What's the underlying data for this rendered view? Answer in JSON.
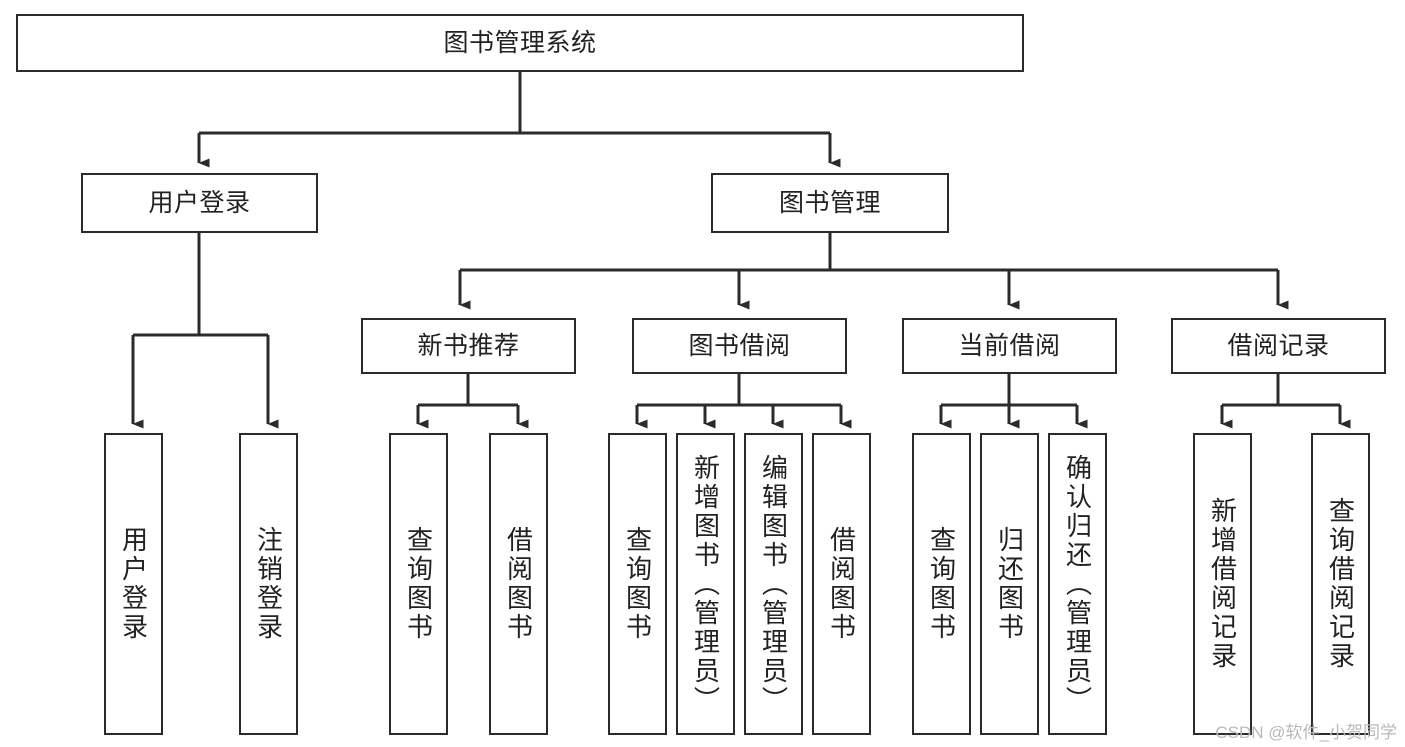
{
  "diagram": {
    "type": "tree-hierarchy-diagram",
    "title": "图书管理系统",
    "root": {
      "id": "root",
      "label": "图书管理系统"
    },
    "level1": [
      {
        "id": "user-login",
        "label": "用户登录"
      },
      {
        "id": "book-mgmt",
        "label": "图书管理"
      }
    ],
    "level2": [
      {
        "id": "new-book-rec",
        "label": "新书推荐",
        "parent": "book-mgmt"
      },
      {
        "id": "book-borrow",
        "label": "图书借阅",
        "parent": "book-mgmt"
      },
      {
        "id": "current-borrow",
        "label": "当前借阅",
        "parent": "book-mgmt"
      },
      {
        "id": "borrow-record",
        "label": "借阅记录",
        "parent": "book-mgmt"
      }
    ],
    "leaves": [
      {
        "id": "leaf-user-login",
        "label": "用户登录",
        "parent": "user-login"
      },
      {
        "id": "leaf-logout",
        "label": "注销登录",
        "parent": "user-login"
      },
      {
        "id": "leaf-query-book-1",
        "label": "查询图书",
        "parent": "new-book-rec"
      },
      {
        "id": "leaf-borrow-book-1",
        "label": "借阅图书",
        "parent": "new-book-rec"
      },
      {
        "id": "leaf-query-book-2",
        "label": "查询图书",
        "parent": "book-borrow"
      },
      {
        "id": "leaf-add-book",
        "label": "新增图书（管理员）",
        "parent": "book-borrow"
      },
      {
        "id": "leaf-edit-book",
        "label": "编辑图书（管理员）",
        "parent": "book-borrow"
      },
      {
        "id": "leaf-borrow-book-2",
        "label": "借阅图书",
        "parent": "book-borrow"
      },
      {
        "id": "leaf-query-book-3",
        "label": "查询图书",
        "parent": "current-borrow"
      },
      {
        "id": "leaf-return-book",
        "label": "归还图书",
        "parent": "current-borrow"
      },
      {
        "id": "leaf-confirm-return",
        "label": "确认归还（管理员）",
        "parent": "current-borrow"
      },
      {
        "id": "leaf-add-record",
        "label": "新增借阅记录",
        "parent": "borrow-record"
      },
      {
        "id": "leaf-query-record",
        "label": "查询借阅记录",
        "parent": "borrow-record"
      }
    ],
    "colors": {
      "background": "#ffffff",
      "box_fill": "#ffffff",
      "box_stroke": "#2b2b2b",
      "connector": "#2b2b2b",
      "text": "#222222",
      "watermark": "#b9b9b9"
    }
  },
  "watermark": {
    "text": "CSDN @软件_小贺同学"
  }
}
